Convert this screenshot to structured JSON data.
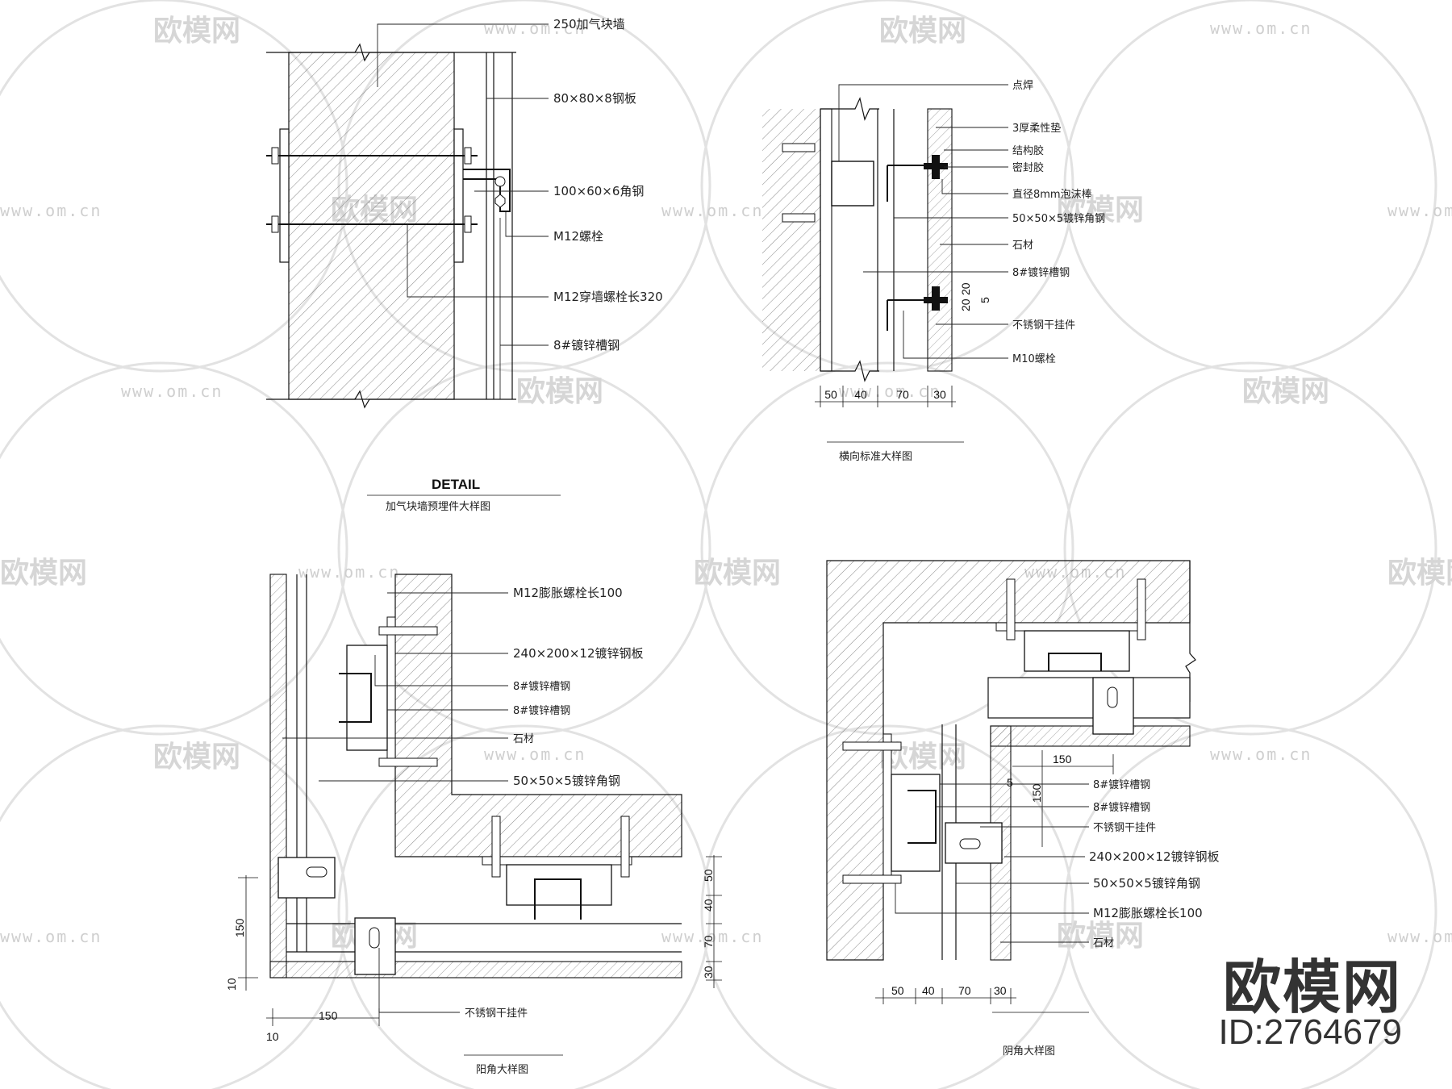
{
  "watermark": {
    "url": "www.om.cn",
    "brand": "欧模网"
  },
  "brand": {
    "name": "欧模网",
    "id": "ID:2764679"
  },
  "detail1": {
    "heading": "DETAIL",
    "title": "加气块墙预埋件大样图",
    "labels": [
      "250加气块墙",
      "80×80×8钢板",
      "100×60×6角钢",
      "M12螺栓",
      "M12穿墙螺栓长320",
      "8#镀锌槽钢"
    ]
  },
  "detail2": {
    "title": "横向标准大样图",
    "labels": [
      "点焊",
      "3厚柔性垫",
      "结构胶",
      "密封胶",
      "直径8mm泡沫棒",
      "50×50×5镀锌角钢",
      "石材",
      "8#镀锌槽钢",
      "不锈钢干挂件",
      "M10螺栓"
    ],
    "dims": [
      "50",
      "40",
      "70",
      "30",
      "20",
      "20",
      "5"
    ]
  },
  "detail3": {
    "title": "阳角大样图",
    "labels": [
      "M12膨胀螺栓长100",
      "240×200×12镀锌钢板",
      "8#镀锌槽钢",
      "8#镀锌槽钢",
      "石材",
      "50×50×5镀锌角钢",
      "不锈钢干挂件"
    ],
    "dims": [
      "50",
      "40",
      "70",
      "30",
      "150",
      "10",
      "150",
      "10"
    ]
  },
  "detail4": {
    "title": "阴角大样图",
    "labels": [
      "8#镀锌槽钢",
      "8#镀锌槽钢",
      "不锈钢干挂件",
      "240×200×12镀锌钢板",
      "50×50×5镀锌角钢",
      "M12膨胀螺栓长100",
      "石材"
    ],
    "dims": [
      "150",
      "5",
      "150",
      "50",
      "40",
      "70",
      "30"
    ]
  }
}
